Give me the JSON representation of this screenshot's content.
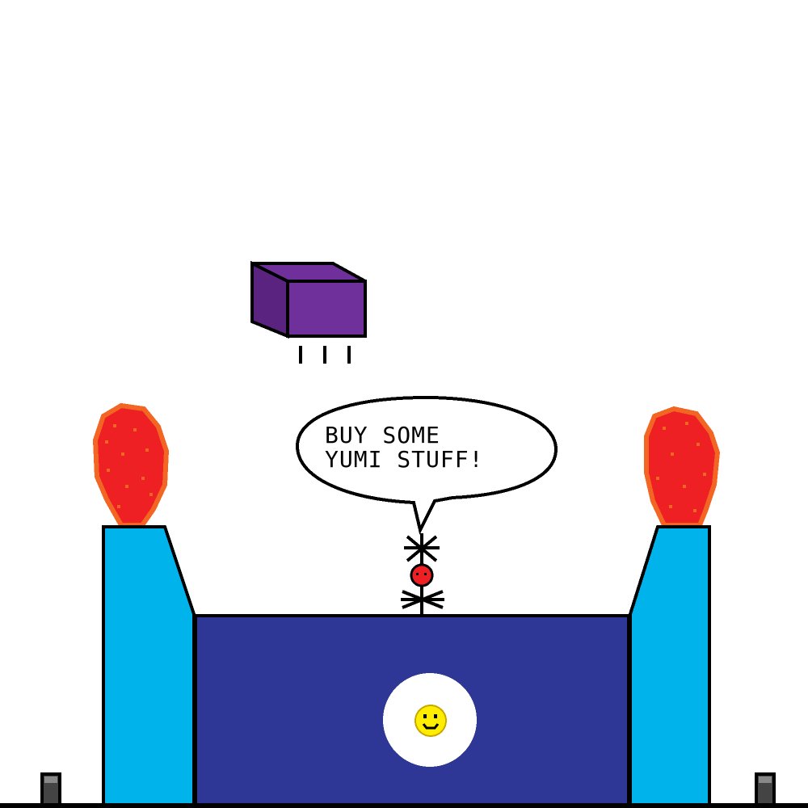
{
  "scene": {
    "speech_bubble": {
      "lines": [
        "BUY SOME",
        "YUMI STUFF!"
      ]
    },
    "colors": {
      "background": "#ffffff",
      "outline": "#000000",
      "counter": "#2e3796",
      "pillar": "#00b4eb",
      "flame_fill": "#ee2024",
      "flame_edge": "#f26522",
      "box_front": "#70309b",
      "box_side": "#5a237f",
      "emblem_ring": "#ffffff",
      "emblem_face": "#ffee00",
      "shopkeeper_head": "#ee2024",
      "post": "#444444"
    },
    "icons": {
      "shopkeeper": "stick-figure-shopkeeper",
      "flames": "torch-flame-icon",
      "emblem": "smiley-emblem-icon",
      "box": "floating-purple-box"
    }
  }
}
